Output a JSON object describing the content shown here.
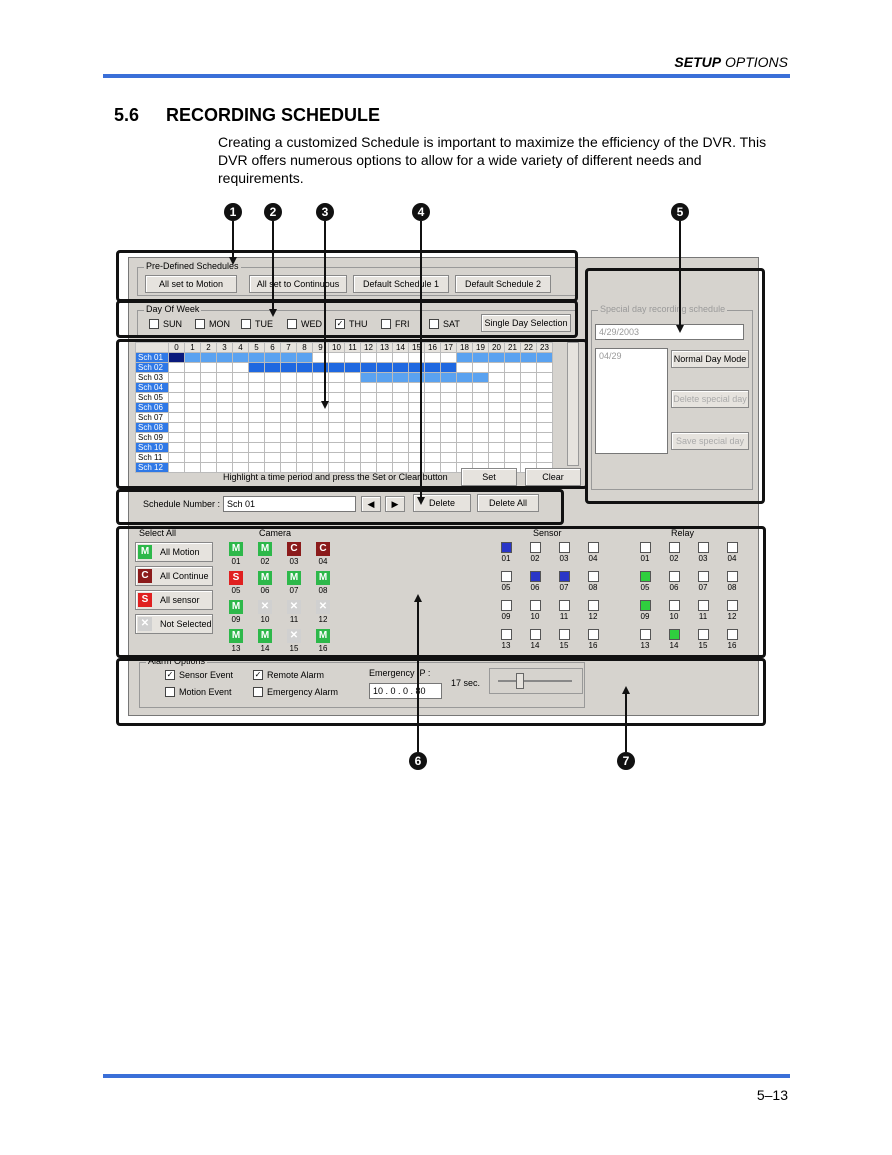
{
  "header": {
    "section_bold": "SETUP",
    "section_rest": " OPTIONS"
  },
  "section": {
    "number": "5.6",
    "title": "RECORDING SCHEDULE",
    "intro": "Creating a customized Schedule is important to maximize the efficiency of the DVR. This DVR offers numerous options to allow for a wide variety of different needs and requirements."
  },
  "callouts": [
    "1",
    "2",
    "3",
    "4",
    "5",
    "6",
    "7"
  ],
  "ui": {
    "predefined": {
      "title": "Pre-Defined Schedules",
      "buttons": [
        "All set to Motion",
        "All set to Continuous",
        "Default Schedule 1",
        "Default Schedule 2"
      ]
    },
    "day_of_week": {
      "title": "Day Of Week",
      "days": [
        {
          "label": "SUN",
          "checked": false
        },
        {
          "label": "MON",
          "checked": false
        },
        {
          "label": "TUE",
          "checked": false
        },
        {
          "label": "WED",
          "checked": false
        },
        {
          "label": "THU",
          "checked": true
        },
        {
          "label": "FRI",
          "checked": false
        },
        {
          "label": "SAT",
          "checked": false
        }
      ],
      "single_day_button": "Single Day Selection"
    },
    "grid": {
      "hours": [
        "0",
        "1",
        "2",
        "3",
        "4",
        "5",
        "6",
        "7",
        "8",
        "9",
        "10",
        "11",
        "12",
        "13",
        "14",
        "15",
        "16",
        "17",
        "18",
        "19",
        "20",
        "21",
        "22",
        "23"
      ],
      "rows": [
        "Sch 01",
        "Sch 02",
        "Sch 03",
        "Sch 04",
        "Sch 05",
        "Sch 06",
        "Sch 07",
        "Sch 08",
        "Sch 09",
        "Sch 10",
        "Sch 11",
        "Sch 12"
      ],
      "hint": "Highlight a time period and press the Set or Clear button",
      "set_button": "Set",
      "clear_button": "Clear"
    },
    "schedule_number": {
      "label": "Schedule Number :",
      "value": "Sch 01",
      "delete_button": "Delete",
      "delete_all_button": "Delete All"
    },
    "special_day": {
      "title": "Special day recording schedule",
      "date": "4/29/2003",
      "list_item": "04/29",
      "normal_day_button": "Normal Day Mode",
      "delete_special_button": "Delete special day",
      "save_special_button": "Save special day"
    },
    "select_all": {
      "title": "Select All",
      "options": [
        {
          "icon": "M",
          "label": "All Motion"
        },
        {
          "icon": "C",
          "label": "All Continue"
        },
        {
          "icon": "S",
          "label": "All sensor"
        },
        {
          "icon": "X",
          "label": "Not Selected"
        }
      ]
    },
    "camera": {
      "title": "Camera",
      "items": [
        {
          "n": "01",
          "s": "M"
        },
        {
          "n": "02",
          "s": "M"
        },
        {
          "n": "03",
          "s": "C"
        },
        {
          "n": "04",
          "s": "C"
        },
        {
          "n": "05",
          "s": "S"
        },
        {
          "n": "06",
          "s": "M"
        },
        {
          "n": "07",
          "s": "M"
        },
        {
          "n": "08",
          "s": "M"
        },
        {
          "n": "09",
          "s": "M"
        },
        {
          "n": "10",
          "s": "X"
        },
        {
          "n": "11",
          "s": "X"
        },
        {
          "n": "12",
          "s": "X"
        },
        {
          "n": "13",
          "s": "M"
        },
        {
          "n": "14",
          "s": "M"
        },
        {
          "n": "15",
          "s": "X"
        },
        {
          "n": "16",
          "s": "M"
        }
      ]
    },
    "sensor": {
      "title": "Sensor",
      "items": [
        {
          "n": "01",
          "c": "blue"
        },
        {
          "n": "02",
          "c": ""
        },
        {
          "n": "03",
          "c": ""
        },
        {
          "n": "04",
          "c": ""
        },
        {
          "n": "05",
          "c": ""
        },
        {
          "n": "06",
          "c": "blue"
        },
        {
          "n": "07",
          "c": "blue"
        },
        {
          "n": "08",
          "c": ""
        },
        {
          "n": "09",
          "c": ""
        },
        {
          "n": "10",
          "c": ""
        },
        {
          "n": "11",
          "c": ""
        },
        {
          "n": "12",
          "c": ""
        },
        {
          "n": "13",
          "c": ""
        },
        {
          "n": "14",
          "c": ""
        },
        {
          "n": "15",
          "c": ""
        },
        {
          "n": "16",
          "c": ""
        }
      ]
    },
    "relay": {
      "title": "Relay",
      "items": [
        {
          "n": "01",
          "c": ""
        },
        {
          "n": "02",
          "c": ""
        },
        {
          "n": "03",
          "c": ""
        },
        {
          "n": "04",
          "c": ""
        },
        {
          "n": "05",
          "c": "green"
        },
        {
          "n": "06",
          "c": ""
        },
        {
          "n": "07",
          "c": ""
        },
        {
          "n": "08",
          "c": ""
        },
        {
          "n": "09",
          "c": "green"
        },
        {
          "n": "10",
          "c": ""
        },
        {
          "n": "11",
          "c": ""
        },
        {
          "n": "12",
          "c": ""
        },
        {
          "n": "13",
          "c": ""
        },
        {
          "n": "14",
          "c": "green"
        },
        {
          "n": "15",
          "c": ""
        },
        {
          "n": "16",
          "c": ""
        }
      ]
    },
    "alarm": {
      "title": "Alarm Options",
      "sensor_event": "Sensor Event",
      "remote_alarm": "Remote Alarm",
      "motion_event": "Motion Event",
      "emergency_alarm": "Emergency Alarm",
      "emergency_ip_label": "Emergency IP :",
      "emergency_ip": "10 . 0 . 0 . 80",
      "duration": "17 sec."
    }
  },
  "footer": {
    "page": "5–13"
  }
}
